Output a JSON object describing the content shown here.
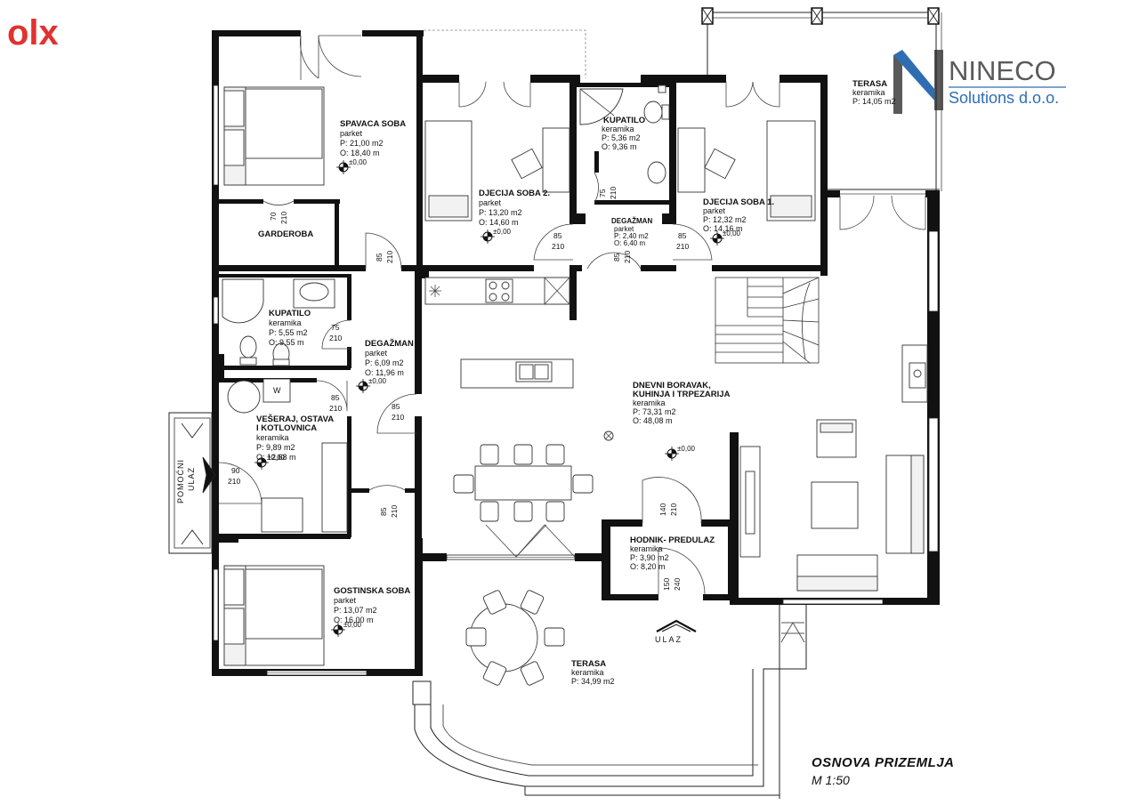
{
  "olx_logo": "olx",
  "company": {
    "name": "NINECO",
    "subtitle": "Solutions d.o.o."
  },
  "drawing_title": "OSNOVA PRIZEMLJA",
  "drawing_scale": "M 1:50",
  "entrance_label": "ULAZ",
  "side_entrance_label": [
    "POMOĆNI",
    "ULAZ"
  ],
  "level_mark": "±0,00",
  "rooms": {
    "spavaca": {
      "name": "SPAVACA SOBA",
      "floor": "parket",
      "area": "P: 21,00 m2",
      "perimeter": "O: 18,40 m"
    },
    "garderoba": {
      "name": "GARDEROBA"
    },
    "kupatilo_left": {
      "name": "KUPATILO",
      "floor": "keramika",
      "area": "P: 5,55 m2",
      "perimeter": "O: 9,55 m"
    },
    "degazman_left": {
      "name": "DEGAŽMAN",
      "floor": "parket",
      "area": "P: 6,09 m2",
      "perimeter": "O: 11,96 m"
    },
    "veseraj": {
      "name1": "VEŠERAJ, OSTAVA",
      "name2": "I KOTLOVNICA",
      "floor": "keramika",
      "area": "P: 9,89 m2",
      "perimeter": "O: 12,68 m"
    },
    "gostinska": {
      "name": "GOSTINSKA SOBA",
      "floor": "parket",
      "area": "P: 13,07 m2",
      "perimeter": "O: 16,00 m"
    },
    "djecija2": {
      "name": "DJECIJA SOBA 2.",
      "floor": "parket",
      "area": "P: 13,20 m2",
      "perimeter": "O: 14,60 m"
    },
    "kupatilo_top": {
      "name": "KUPATILO",
      "floor": "keramika",
      "area": "P: 5,36 m2",
      "perimeter": "O: 9,36 m"
    },
    "degazman_top": {
      "name": "DEGAŽMAN",
      "floor": "parket",
      "area": "P: 2,40 m2",
      "perimeter": "O: 6,40 m"
    },
    "djecija1": {
      "name": "DJECIJA SOBA 1.",
      "floor": "parket",
      "area": "P: 12,32 m2",
      "perimeter": "O: 14,16 m"
    },
    "terasa_top": {
      "name": "TERASA",
      "floor": "keramika",
      "area": "P: 14,05 m2"
    },
    "dnevni": {
      "name1": "DNEVNI BORAVAK,",
      "name2": "KUHINJA I TRPEZARIJA",
      "floor": "keramika",
      "area": "P: 73,31 m2",
      "perimeter": "O: 48,08 m"
    },
    "hodnik": {
      "name": "HODNIK- PREDULAZ",
      "floor": "keramika",
      "area": "P: 3,90 m2",
      "perimeter": "O: 8,20 m"
    },
    "terasa_bottom": {
      "name": "TERASA",
      "floor": "keramika",
      "area": "P: 34,99 m2"
    }
  },
  "doors": {
    "d70": {
      "w": "70",
      "h": "210"
    },
    "d85a": {
      "w": "85",
      "h": "210"
    },
    "d75a": {
      "w": "75",
      "h": "210"
    },
    "d85b": {
      "w": "85",
      "h": "210"
    },
    "d85c": {
      "w": "85",
      "h": "210"
    },
    "d90": {
      "w": "90",
      "h": "210"
    },
    "d85d": {
      "w": "85",
      "h": "210"
    },
    "d75b": {
      "w": "75",
      "h": "210"
    },
    "d85e": {
      "w": "85",
      "h": "210"
    },
    "d85f": {
      "w": "85",
      "h": "210"
    },
    "d85g": {
      "w": "85",
      "h": "210"
    },
    "d140": {
      "w": "140",
      "h": "210"
    },
    "d150": {
      "w": "150",
      "h": "240"
    }
  },
  "appliance_w": "W",
  "colors": {
    "olx_red": "#e0322f",
    "nineco_blue": "#2f6db3",
    "nineco_gray": "#5a5a5a",
    "wall": "#111111"
  }
}
